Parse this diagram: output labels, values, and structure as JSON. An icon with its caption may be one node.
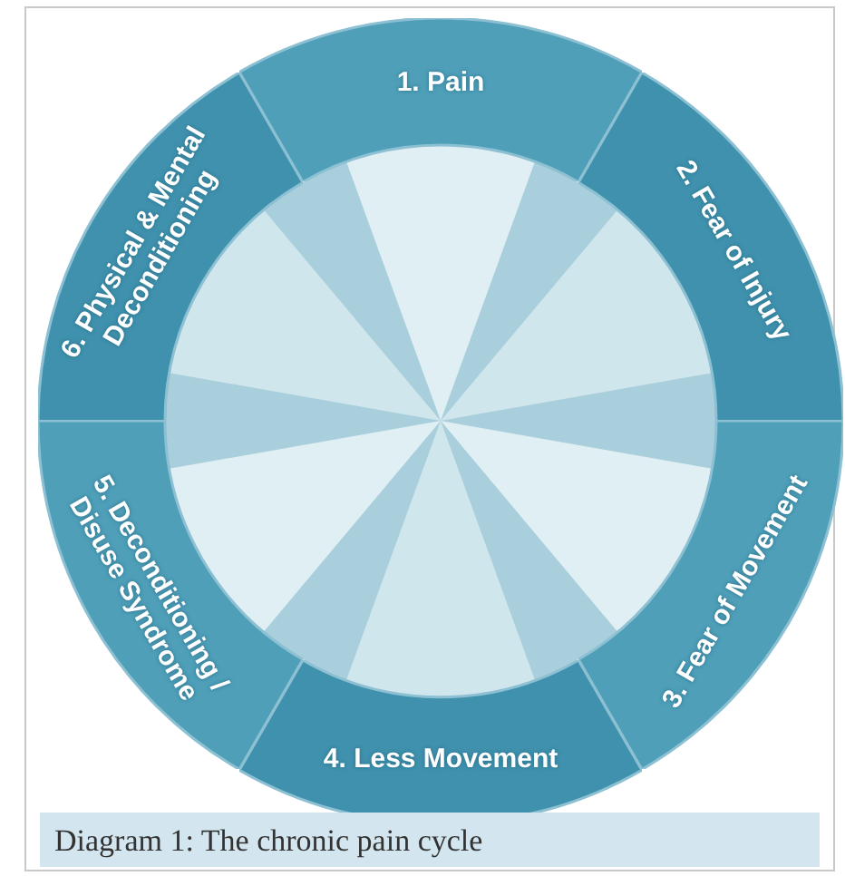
{
  "diagram": {
    "caption": "Diagram 1: The chronic pain cycle",
    "nodes": [
      {
        "text": [
          "1. Pain"
        ]
      },
      {
        "text": [
          "2. Fear of Injury"
        ]
      },
      {
        "text": [
          "3. Fear of Movement"
        ]
      },
      {
        "text": [
          "4. Less Movement"
        ]
      },
      {
        "text": [
          "5. Deconditioning / Disuse Syndrome"
        ]
      },
      {
        "text": [
          "6. Physical & Mental Deconditioning"
        ]
      }
    ]
  }
}
